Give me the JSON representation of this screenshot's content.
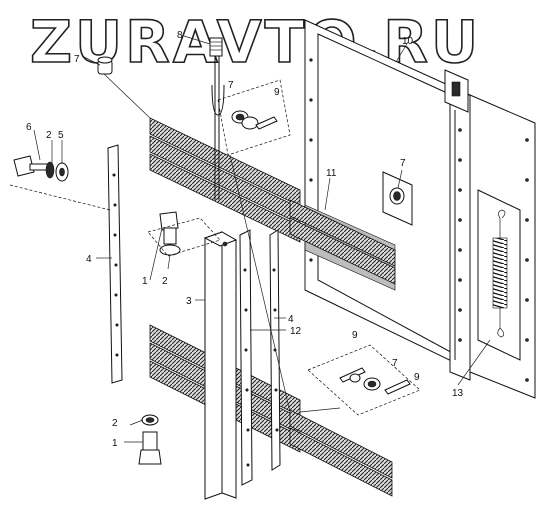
{
  "watermark": {
    "text": "ZURAVTO.RU"
  },
  "callouts": {
    "c1a": "1",
    "c1b": "1",
    "c2a": "2",
    "c2b": "2",
    "c2c": "2",
    "c3": "3",
    "c4a": "4",
    "c4b": "4",
    "c5": "5",
    "c6": "6",
    "c7a": "7",
    "c7b": "7",
    "c7c": "7",
    "c7d": "7",
    "c8": "8",
    "c9a": "9",
    "c9b": "9",
    "c9c": "9",
    "c10": "10",
    "c11": "11",
    "c12": "12",
    "c13": "13"
  },
  "colors": {
    "ink": "#111111",
    "shade": "#bdbdbd",
    "paper": "#ffffff"
  }
}
